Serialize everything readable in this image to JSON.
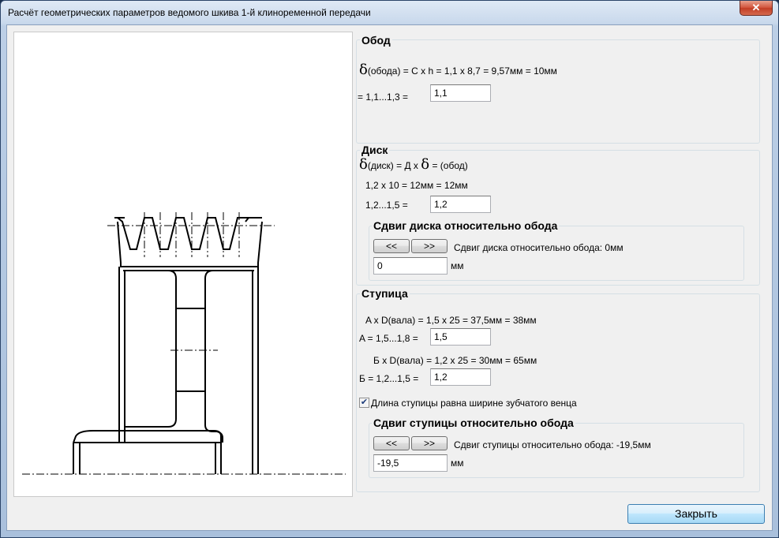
{
  "window": {
    "title": "Расчёт геометрических параметров ведомого шкива 1-й клиноременной передачи",
    "close_glyph": "✕"
  },
  "obod": {
    "title": "Обод",
    "delta_symbol": "δ",
    "formula": "(обода) = C x h = 1,1 x 8,7 = 9,57мм = 10мм",
    "range_label": "= 1,1...1,3 =",
    "value": "1,1"
  },
  "disk": {
    "title": "Диск",
    "delta_symbol": "δ",
    "formula_a": "(диск) = Д x",
    "formula_b": "= (обод)",
    "calc": "1,2 x 10 = 12мм = 12мм",
    "range_label": "1,2...1,5 =",
    "value": "1,2",
    "shift": {
      "title": "Сдвиг диска относительно обода",
      "left_btn": "<<",
      "right_btn": ">>",
      "status": "Сдвиг диска относительно обода: 0мм",
      "value": "0",
      "unit": "мм"
    }
  },
  "hub": {
    "title": "Ступица",
    "formula_a": "A x D(вала) = 1,5 x 25 = 37,5мм = 38мм",
    "range_a_label": "A = 1,5...1,8 =",
    "value_a": "1,5",
    "formula_b": "Б x D(вала) = 1,2 x 25 = 30мм = 65мм",
    "range_b_label": "Б = 1,2...1,5 =",
    "value_b": "1,2",
    "checkbox_label": "Длина ступицы равна ширине зубчатого венца",
    "checkbox_checked": true,
    "shift": {
      "title": "Сдвиг ступицы относительно обода",
      "left_btn": "<<",
      "right_btn": ">>",
      "status": "Сдвиг ступицы относительно обода: -19,5мм",
      "value": "-19,5",
      "unit": "мм"
    }
  },
  "footer": {
    "close_label": "Закрыть"
  }
}
